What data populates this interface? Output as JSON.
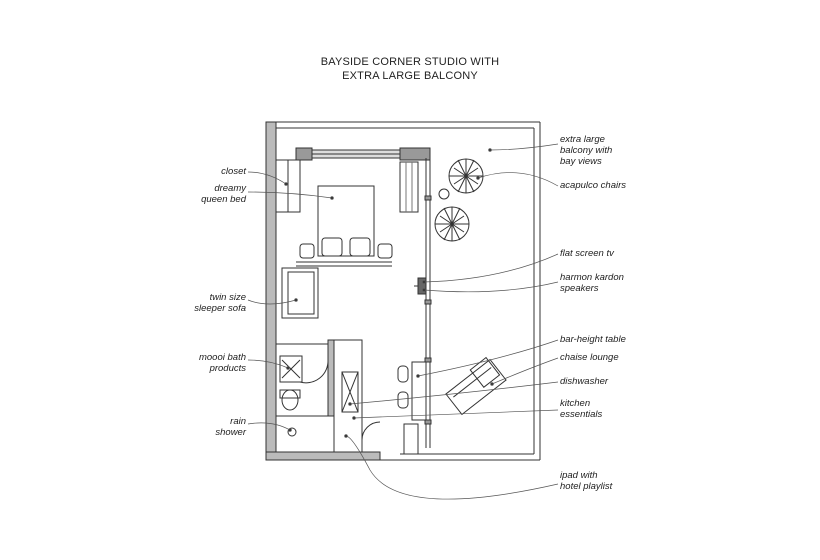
{
  "title": {
    "line1": "BAYSIDE CORNER STUDIO WITH",
    "line2": "EXTRA LARGE BALCONY"
  },
  "labels": {
    "closet": "closet",
    "queen_bed_1": "dreamy",
    "queen_bed_2": "queen bed",
    "sofa_1": "twin size",
    "sofa_2": "sleeper sofa",
    "bath_1": "moooi bath",
    "bath_2": "products",
    "shower_1": "rain",
    "shower_2": "shower",
    "balcony_1": "extra large",
    "balcony_2": "balcony with",
    "balcony_3": "bay views",
    "chairs": "acapulco chairs",
    "tv": "flat screen tv",
    "speakers_1": "harmon kardon",
    "speakers_2": "speakers",
    "table": "bar-height table",
    "chaise": "chaise lounge",
    "dishwasher": "dishwasher",
    "kitchen_1": "kitchen",
    "kitchen_2": "essentials",
    "ipad_1": "ipad with",
    "ipad_2": "hotel playlist"
  }
}
